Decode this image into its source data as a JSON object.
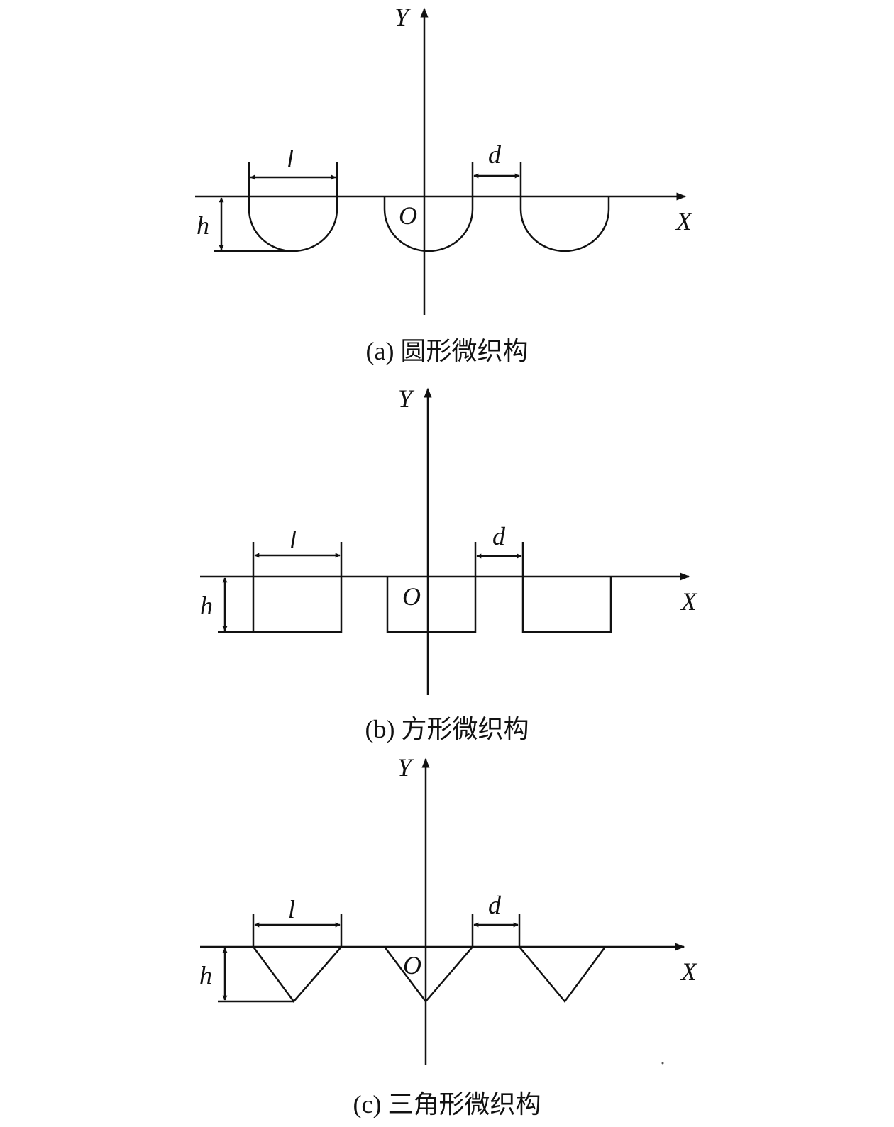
{
  "panels": [
    {
      "id": "a",
      "shape": "circular",
      "caption": "(a) 圆形微织构",
      "labels": {
        "y_axis": "Y",
        "x_axis": "X",
        "origin": "O",
        "length": "l",
        "spacing": "d",
        "depth": "h"
      }
    },
    {
      "id": "b",
      "shape": "square",
      "caption": "(b) 方形微织构",
      "labels": {
        "y_axis": "Y",
        "x_axis": "X",
        "origin": "O",
        "length": "l",
        "spacing": "d",
        "depth": "h"
      }
    },
    {
      "id": "c",
      "shape": "triangular",
      "caption": "(c) 三角形微织构",
      "labels": {
        "y_axis": "Y",
        "x_axis": "X",
        "origin": "O",
        "length": "l",
        "spacing": "d",
        "depth": "h"
      }
    }
  ],
  "colors": {
    "stroke": "#111111",
    "background": "#ffffff"
  }
}
